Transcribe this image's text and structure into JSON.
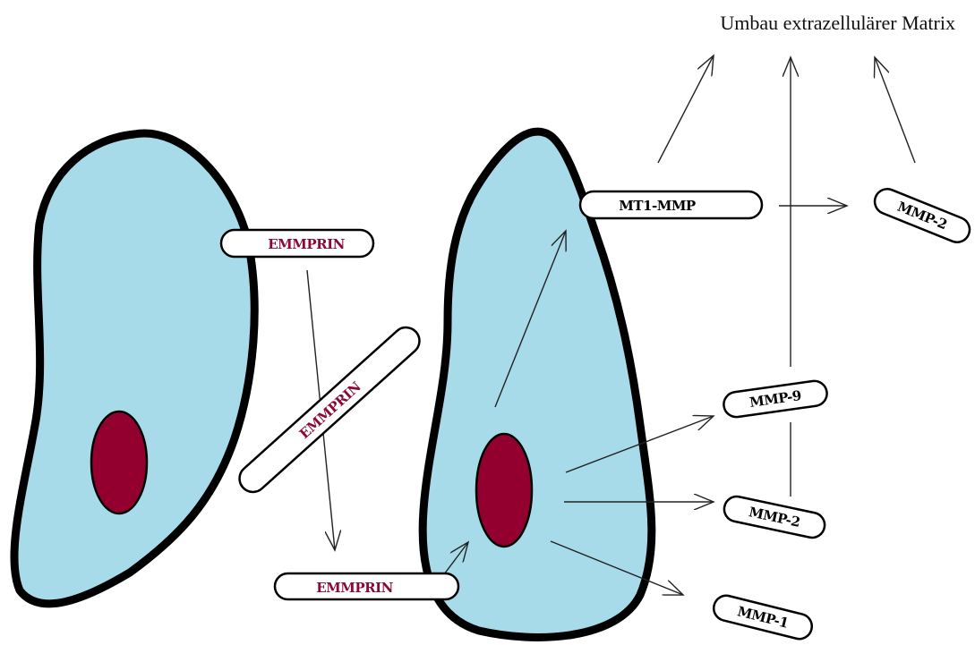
{
  "title": "Umbau extrazellulärer Matrix",
  "labels": {
    "emmprin_membrane_left": "EMMPRIN",
    "emmprin_free": "EMMPRIN",
    "emmprin_bound_right": "EMMPRIN",
    "mt1_mmp": "MT1-MMP",
    "mmp2_top": "MMP-2",
    "mmp9": "MMP-9",
    "mmp2_bottom": "MMP-2",
    "mmp1": "MMP-1"
  },
  "colors": {
    "cell_fill": "#a7dbea",
    "cell_outline": "#000000",
    "nucleus_fill": "#93002f",
    "emmprin_text": "#8b0a33",
    "mmp_text": "#000000",
    "arrow": "#222222"
  }
}
